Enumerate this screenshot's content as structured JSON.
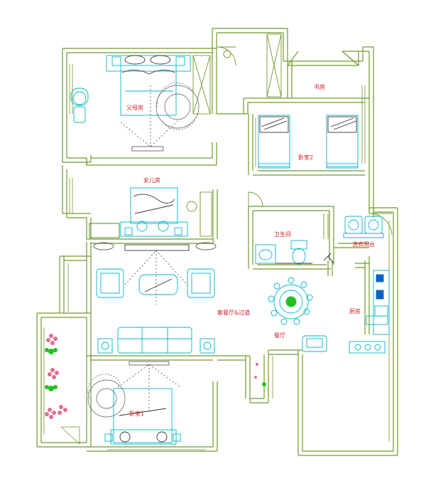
{
  "colors": {
    "background": "#ffffff",
    "wall": "#6f9a2a",
    "furniture": "#00b4c8",
    "line_dark": "#333333",
    "label": "#d0202a",
    "plant_green": "#22c020",
    "plant_pink": "#e0708a"
  },
  "rooms": {
    "parents_room": "父母房",
    "daughter_room": "女儿房",
    "study": "书房",
    "kid_room": "卧室2",
    "washroom": "卫生间",
    "laundry": "洗衣阳台",
    "living_dining": "客餐厅&过道",
    "dining": "餐厅",
    "kitchen": "厨房",
    "master_room": "卧室1"
  },
  "icons": {
    "door_swing": "door-swing-icon",
    "bed": "bed-icon",
    "sofa": "sofa-icon",
    "dining_table": "round-dining-table-icon",
    "plant": "flower-icon",
    "toilet": "toilet-icon",
    "sink": "sink-icon",
    "stove": "stove-icon"
  }
}
